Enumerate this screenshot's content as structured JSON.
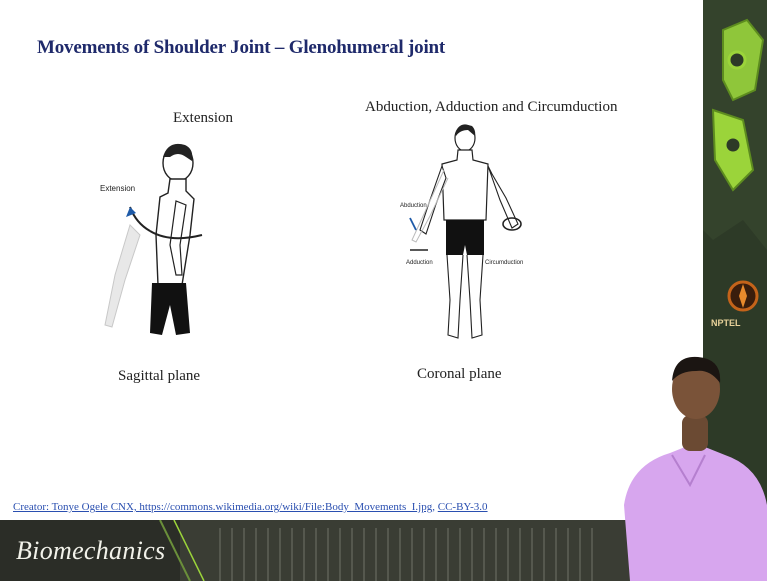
{
  "slide": {
    "title": "Movements of Shoulder Joint – Glenohumeral joint",
    "left_heading": "Extension",
    "left_figure_label": "Extension",
    "left_caption": "Sagittal plane",
    "right_heading": "Abduction, Adduction and Circumduction",
    "right_label_abduction": "Abduction",
    "right_label_adduction": "Adduction",
    "right_label_circumduction": "Circumduction",
    "right_caption": "Coronal plane",
    "credit_prefix": "Creator: Tonye Ogele CNX, ",
    "credit_url": "https://commons.wikimedia.org/wiki/File:Body_Movements_I.jpg",
    "credit_sep": ", ",
    "credit_license": "CC-BY-3.0"
  },
  "footer": {
    "brand": "Biomechanics"
  },
  "logo": {
    "text": "NPTEL"
  },
  "colors": {
    "title": "#1f2a6b",
    "link": "#2a4fb0",
    "footer": "#3c4036",
    "panel": "#2d3a27",
    "accent": "#9bd43a"
  }
}
